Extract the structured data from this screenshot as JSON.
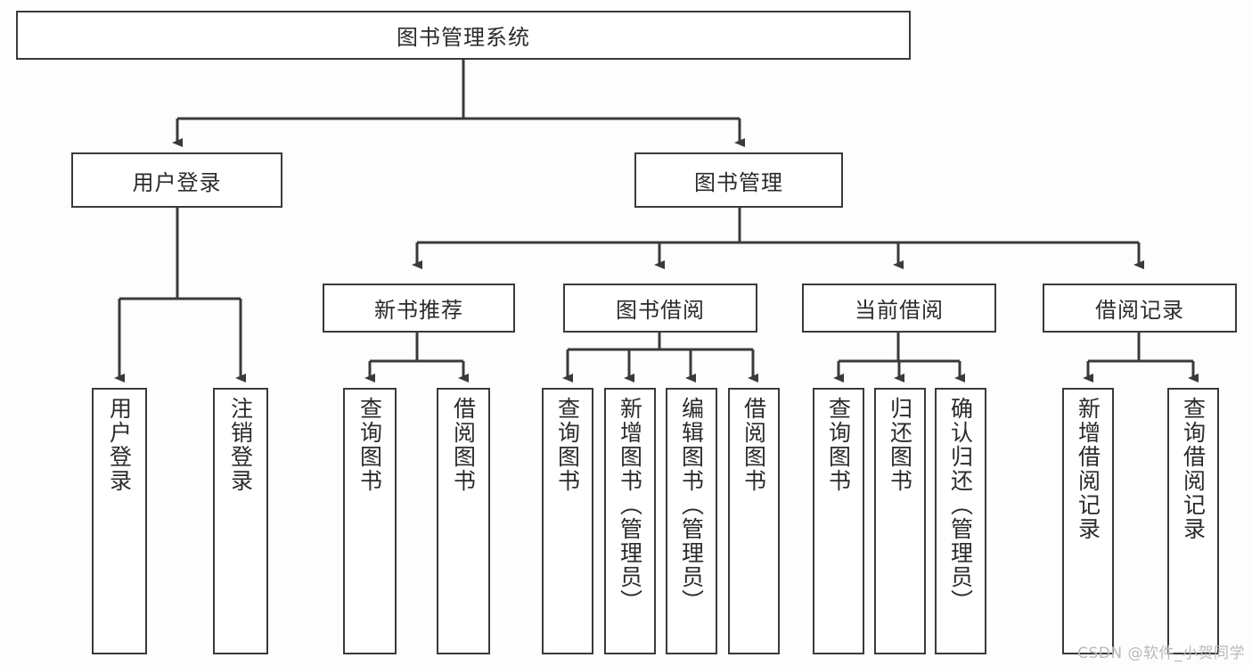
{
  "diagram": {
    "type": "tree-hierarchy-chart",
    "title": "图书管理系统",
    "watermark": "CSDN @软件_小贺同学",
    "colors": {
      "background": "#fdfdfd",
      "box_fill": "#ffffff",
      "box_border": "#3a3a3a",
      "connector": "#3a3a3a",
      "text": "#2b2b2b",
      "watermark": "#b9b9b9"
    },
    "root": {
      "label": "图书管理系统"
    },
    "level2": [
      {
        "label": "用户登录"
      },
      {
        "label": "图书管理"
      }
    ],
    "level3": [
      {
        "label": "新书推荐"
      },
      {
        "label": "图书借阅"
      },
      {
        "label": "当前借阅"
      },
      {
        "label": "借阅记录"
      }
    ],
    "leaves": {
      "user_login": [
        {
          "label": "用户登录"
        },
        {
          "label": "注销登录"
        }
      ],
      "new_book": [
        {
          "label": "查询图书"
        },
        {
          "label": "借阅图书"
        }
      ],
      "book_borrow": [
        {
          "label": "查询图书"
        },
        {
          "label": "新增图书（管理员）"
        },
        {
          "label": "编辑图书（管理员）"
        },
        {
          "label": "借阅图书"
        }
      ],
      "current_borrow": [
        {
          "label": "查询图书"
        },
        {
          "label": "归还图书"
        },
        {
          "label": "确认归还（管理员）"
        }
      ],
      "borrow_record": [
        {
          "label": "新增借阅记录"
        },
        {
          "label": "查询借阅记录"
        }
      ]
    }
  }
}
